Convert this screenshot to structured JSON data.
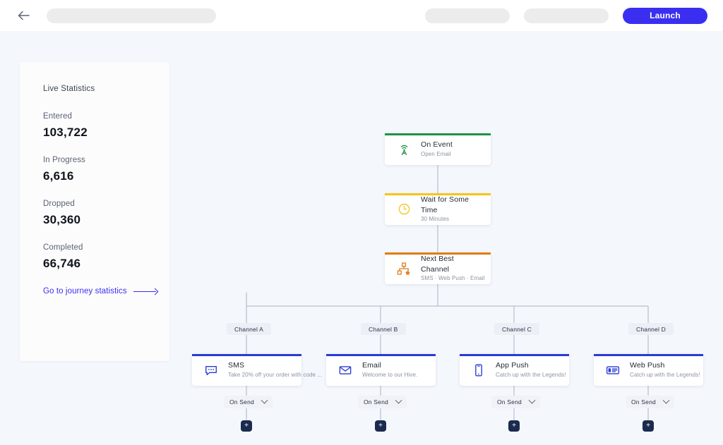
{
  "topbar": {
    "back_icon": "arrow-left-icon",
    "launch_label": "Launch"
  },
  "stats": {
    "title": "Live Statistics",
    "items": [
      {
        "label": "Entered",
        "value": "103,722"
      },
      {
        "label": "In Progress",
        "value": "6,616"
      },
      {
        "label": "Dropped",
        "value": "30,360"
      },
      {
        "label": "Completed",
        "value": "66,746"
      }
    ],
    "link_label": "Go to journey statistics"
  },
  "flow": {
    "nodes": [
      {
        "title": "On Event",
        "sub": "Open Email",
        "accent": "#1f9245",
        "icon": "broadcast-tower-icon"
      },
      {
        "title": "Wait for Some Time",
        "sub": "30 Minutes",
        "accent": "#f5c518",
        "icon": "clock-icon"
      },
      {
        "title": "Next Best Channel",
        "sub": "SMS · Web Push · Email",
        "accent": "#e07b13",
        "icon": "branch-star-icon"
      }
    ],
    "branches": [
      {
        "channel": "Channel A",
        "title": "SMS",
        "sub": "Take 20% off your order with code ...",
        "accent": "#2a3bd6",
        "icon": "sms-bubble-icon",
        "trigger": "On Send",
        "add_label": "+"
      },
      {
        "channel": "Channel B",
        "title": "Email",
        "sub": "Welcome to our Hive.",
        "accent": "#2a3bd6",
        "icon": "envelope-icon",
        "trigger": "On Send",
        "add_label": "+"
      },
      {
        "channel": "Channel C",
        "title": "App Push",
        "sub": "Catch up with the Legends!",
        "accent": "#2a3bd6",
        "icon": "mobile-phone-icon",
        "trigger": "On Send",
        "add_label": "+"
      },
      {
        "channel": "Channel D",
        "title": "Web Push",
        "sub": "Catch up with the Legends!",
        "accent": "#2a3bd6",
        "icon": "browser-window-icon",
        "trigger": "On Send",
        "add_label": "+"
      }
    ]
  },
  "colors": {
    "canvas": "#f4f7fc",
    "brand": "#3a2ff0",
    "node_blue": "#2a3bd6",
    "dark": "#1b2a4e"
  }
}
